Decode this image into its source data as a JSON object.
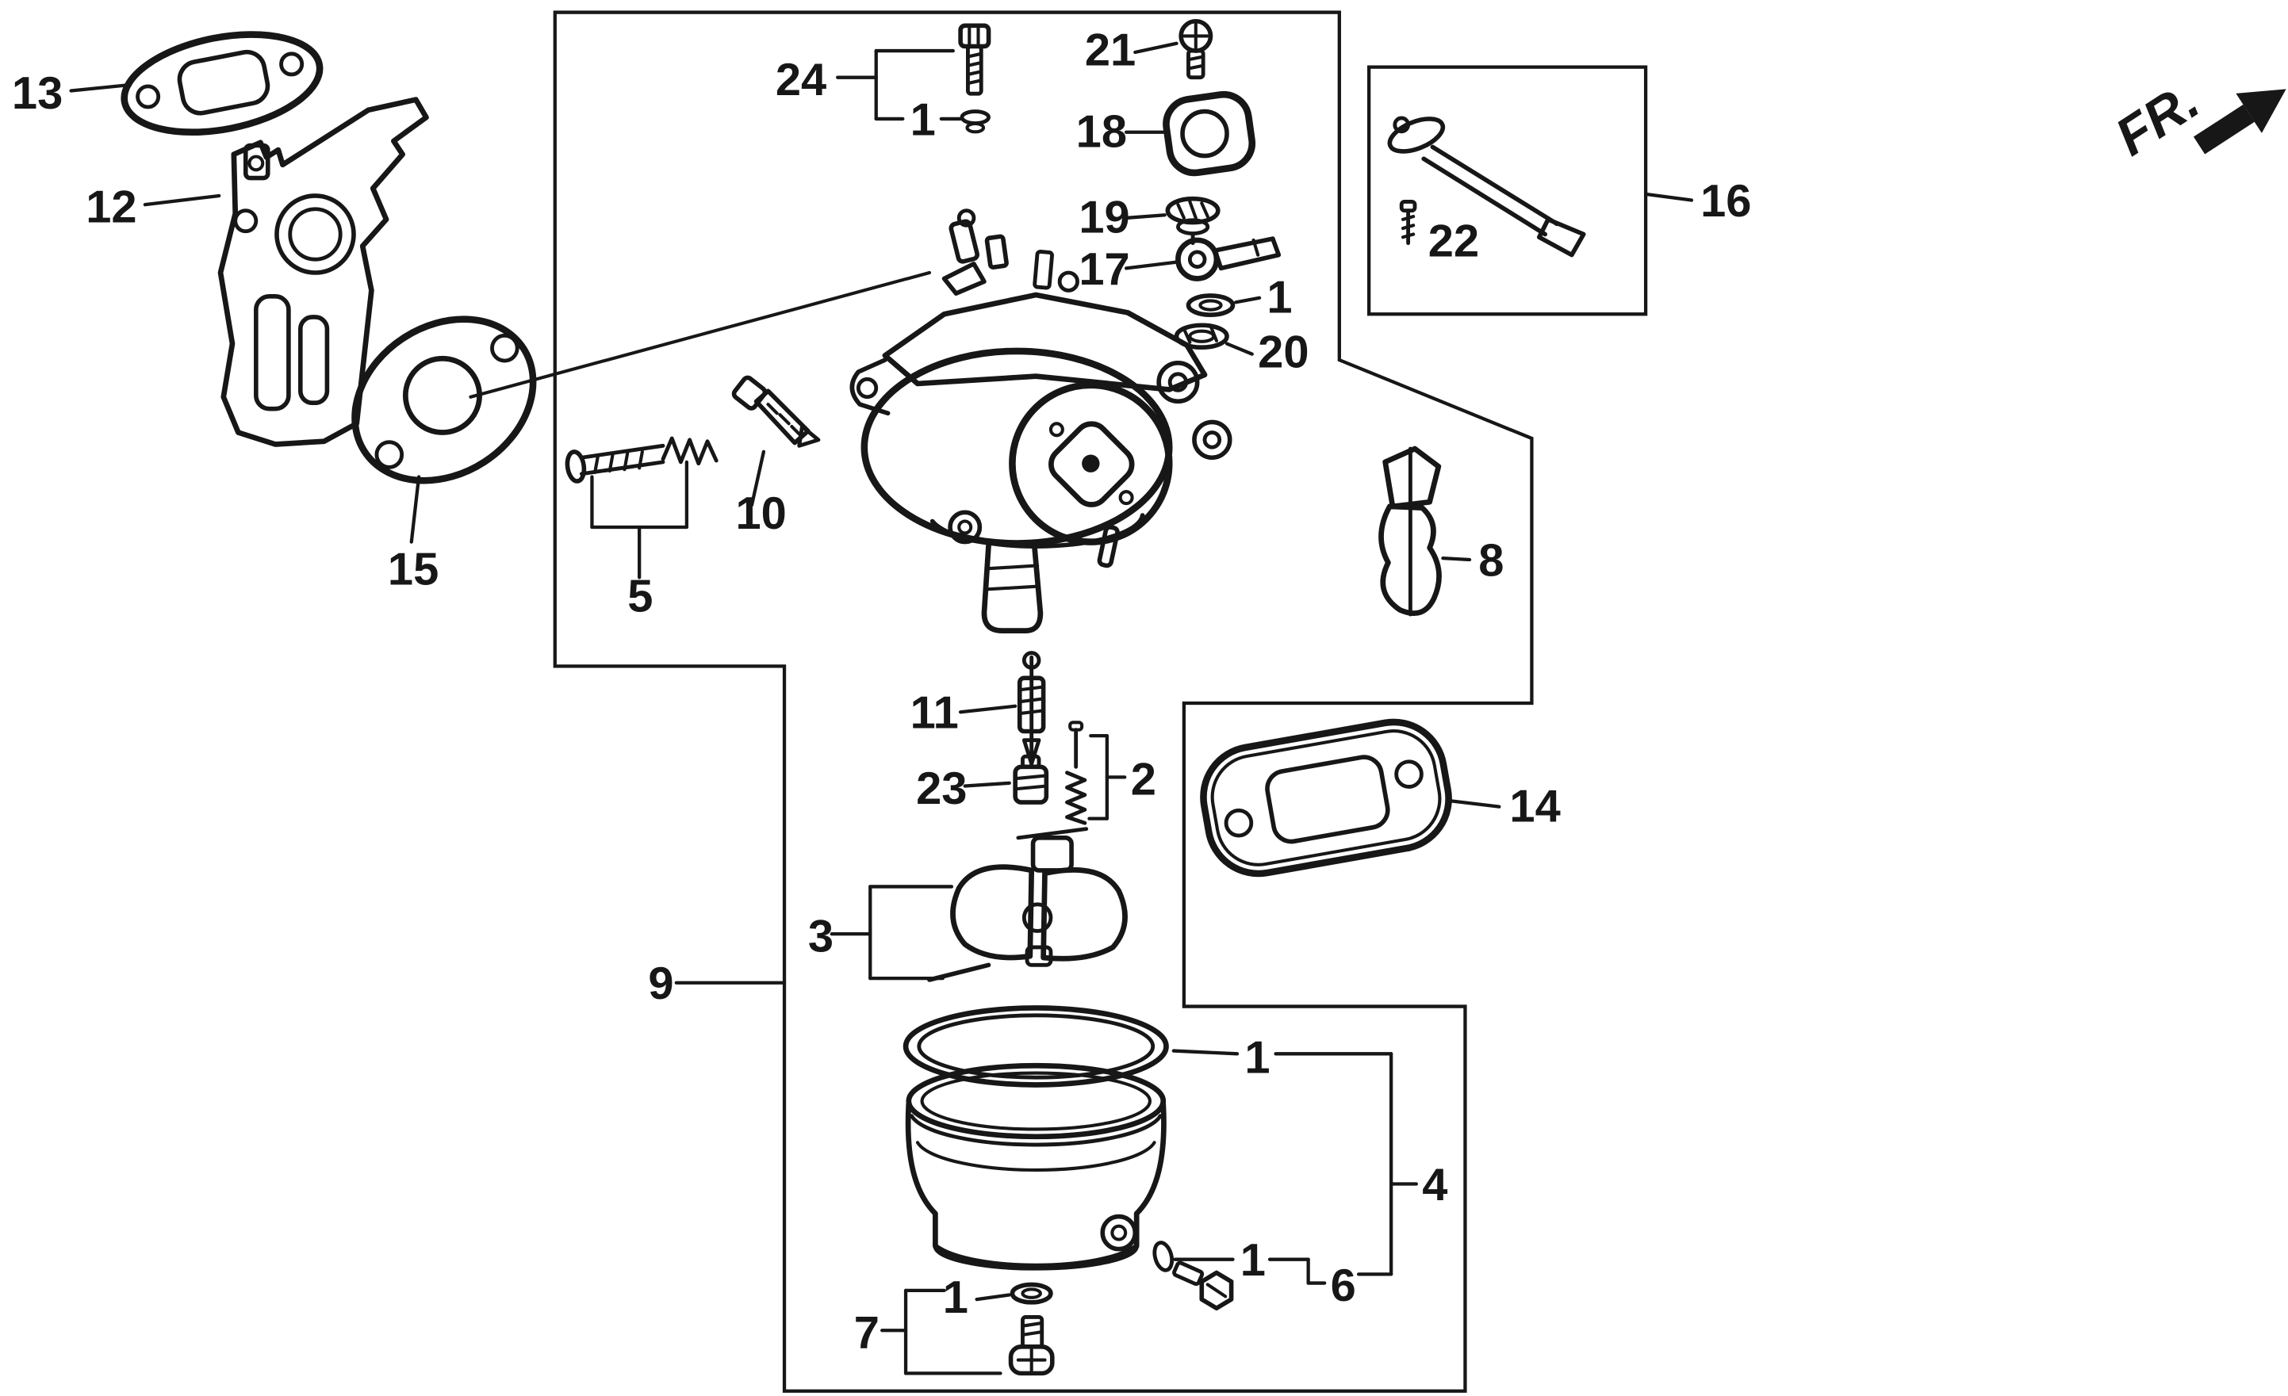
{
  "page": {
    "background": "#ffffff",
    "ink": "#171717"
  },
  "diagram": {
    "direction_label": "FR.",
    "callouts": {
      "c13": "13",
      "c12": "12",
      "c15": "15",
      "c24": "24",
      "c24_1": "1",
      "c21": "21",
      "c18": "18",
      "c19": "19",
      "c17": "17",
      "c17_1": "1",
      "c20": "20",
      "c16": "16",
      "c22": "22",
      "c10": "10",
      "c5": "5",
      "c8": "8",
      "c11": "11",
      "c23": "23",
      "c2": "2",
      "c14": "14",
      "c3": "3",
      "c9": "9",
      "c4_1": "1",
      "c4": "4",
      "c6_1": "1",
      "c6": "6",
      "c7_1": "1",
      "c7": "7"
    }
  }
}
